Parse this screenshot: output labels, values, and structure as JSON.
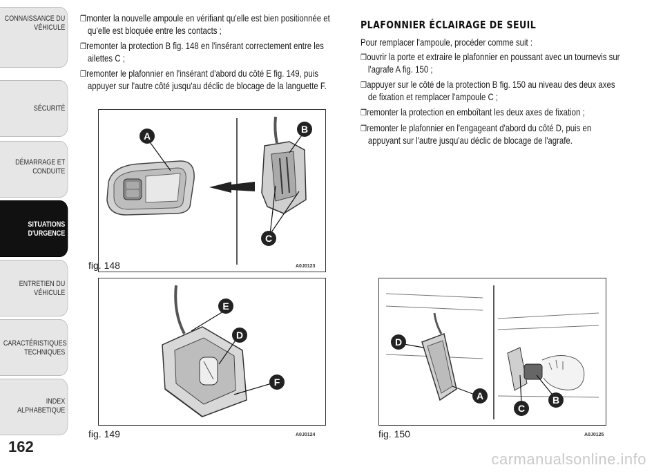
{
  "sidebar": {
    "tabs": [
      {
        "label": "CONNAISSANCE DU VÉHICULE",
        "active": false
      },
      {
        "label": "SÉCURITÉ",
        "active": false
      },
      {
        "label": "DÉMARRAGE ET CONDUITE",
        "active": false
      },
      {
        "label": "SITUATIONS D'URGENCE",
        "active": true
      },
      {
        "label": "ENTRETIEN DU VÉHICULE",
        "active": false
      },
      {
        "label": "CARACTÉRISTIQUES TECHNIQUES",
        "active": false
      },
      {
        "label": "INDEX ALPHABETIQUE",
        "active": false
      }
    ]
  },
  "page_number": "162",
  "left_column": {
    "steps": [
      "monter la nouvelle ampoule en vérifiant qu'elle est bien positionnée et qu'elle est bloquée entre les contacts ;",
      "remonter la protection B fig. 148 en l'insérant correctement entre les ailettes C ;",
      "remonter le plafonnier en l'insérant d'abord du côté E fig. 149, puis appuyer sur l'autre côté jusqu'au déclic de blocage de la languette F."
    ]
  },
  "right_column": {
    "title": "PLAFONNIER ÉCLAIRAGE DE SEUIL",
    "intro": "Pour remplacer l'ampoule, procéder comme suit :",
    "steps": [
      "ouvrir la porte et extraire le plafonnier en poussant avec un tournevis sur l'agrafe A fig. 150 ;",
      "appuyer sur le côté de la protection B fig. 150 au niveau des deux axes de fixation et remplacer l'ampoule C ;",
      "remonter la protection en emboîtant les deux axes de fixation ;",
      "remonter le plafonnier en l'engageant d'abord du côté D, puis en appuyant sur l'autre jusqu'au déclic de blocage de l'agrafe."
    ]
  },
  "bullet_glyph": "❒",
  "figures": [
    {
      "caption": "fig. 148",
      "code": "A0J0123",
      "labels": [
        "A",
        "B",
        "C"
      ]
    },
    {
      "caption": "fig. 149",
      "code": "A0J0124",
      "labels": [
        "E",
        "D",
        "F"
      ]
    },
    {
      "caption": "fig. 150",
      "code": "A0J0125",
      "labels": [
        "D",
        "A",
        "C",
        "B"
      ]
    }
  ],
  "watermark": "carmanualsonline.info",
  "colors": {
    "active_tab": "#111111",
    "tab": "#e6e6e6",
    "label_circle": "#222222"
  }
}
